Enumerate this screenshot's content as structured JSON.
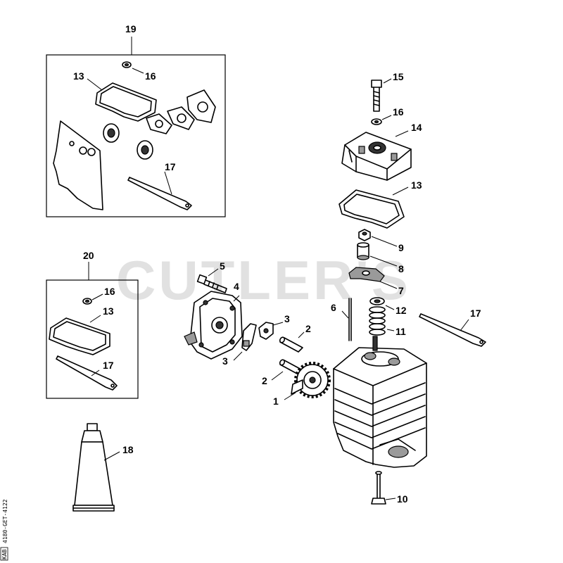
{
  "watermark": "CUTLER'S",
  "drawing_code": "4180-GET-4122",
  "drawing_code_suffix": "KAB",
  "callouts": {
    "c19": "19",
    "c16a": "16",
    "c13a": "13",
    "c17a": "17",
    "c20": "20",
    "c16b": "16",
    "c13b": "13",
    "c17b": "17",
    "c18": "18",
    "c15": "15",
    "c16c": "16",
    "c14": "14",
    "c13c": "13",
    "c9": "9",
    "c8": "8",
    "c7": "7",
    "c6": "6",
    "c12": "12",
    "c11": "11",
    "c17c": "17",
    "c5": "5",
    "c4": "4",
    "c3a": "3",
    "c3b": "3",
    "c2a": "2",
    "c2b": "2",
    "c1": "1",
    "c10": "10"
  }
}
